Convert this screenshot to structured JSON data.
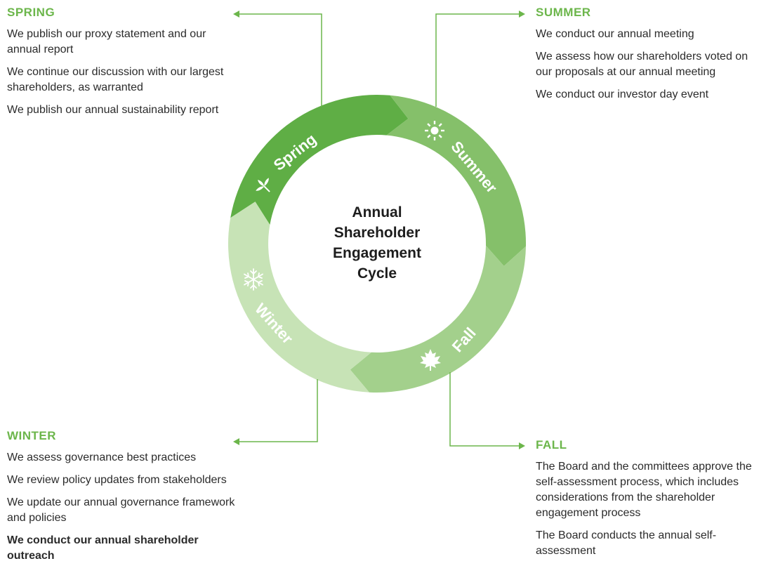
{
  "center_title": [
    "Annual",
    "Shareholder",
    "Engagement",
    "Cycle"
  ],
  "colors": {
    "spring": "#5fae45",
    "summer": "#85c06a",
    "fall": "#a3d08c",
    "winter": "#c7e3b6",
    "accent": "#6cb64b"
  },
  "ring_labels": {
    "spring": "Spring",
    "summer": "Summer",
    "fall": "Fall",
    "winter": "Winter"
  },
  "icons": {
    "spring": "leaf-sprout-icon",
    "summer": "sun-icon",
    "fall": "maple-leaf-icon",
    "winter": "snowflake-icon"
  },
  "sections": {
    "spring": {
      "heading": "SPRING",
      "items": [
        "We publish our proxy statement and our annual report",
        "We continue our discussion with our largest shareholders, as warranted",
        "We publish our annual sustainability report"
      ]
    },
    "summer": {
      "heading": "SUMMER",
      "items": [
        "We conduct our annual meeting",
        "We assess how our shareholders voted on our proposals at our annual meeting",
        "We conduct our investor day event"
      ]
    },
    "winter": {
      "heading": "WINTER",
      "items": [
        "We assess governance best practices",
        "We review policy updates from stakeholders",
        "We update our annual governance framework and policies",
        "We conduct our annual shareholder outreach"
      ]
    },
    "fall": {
      "heading": "FALL",
      "items": [
        "The Board and the committees approve the self-assessment process, which includes considerations from the shareholder engagement process",
        "The Board conducts the annual self-assessment"
      ]
    }
  }
}
